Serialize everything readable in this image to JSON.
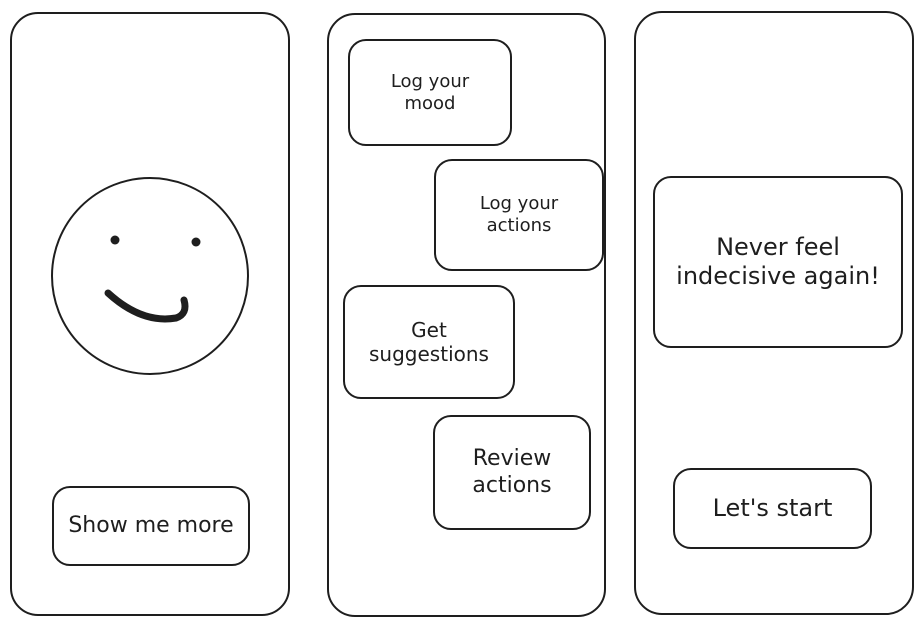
{
  "screen1": {
    "button_label": "Show me more"
  },
  "screen2": {
    "cards": [
      {
        "line1": "Log your",
        "line2": "mood"
      },
      {
        "line1": "Log your",
        "line2": "actions"
      },
      {
        "line1": "Get",
        "line2": "suggestions"
      },
      {
        "line1": "Review",
        "line2": "actions"
      }
    ]
  },
  "screen3": {
    "tagline_line1": "Never feel",
    "tagline_line2": "indecisive again!",
    "button_label": "Let's start"
  },
  "icons": {
    "smiley": "smiley-face-icon"
  },
  "colors": {
    "stroke": "#1e1e1e",
    "background": "#ffffff"
  }
}
